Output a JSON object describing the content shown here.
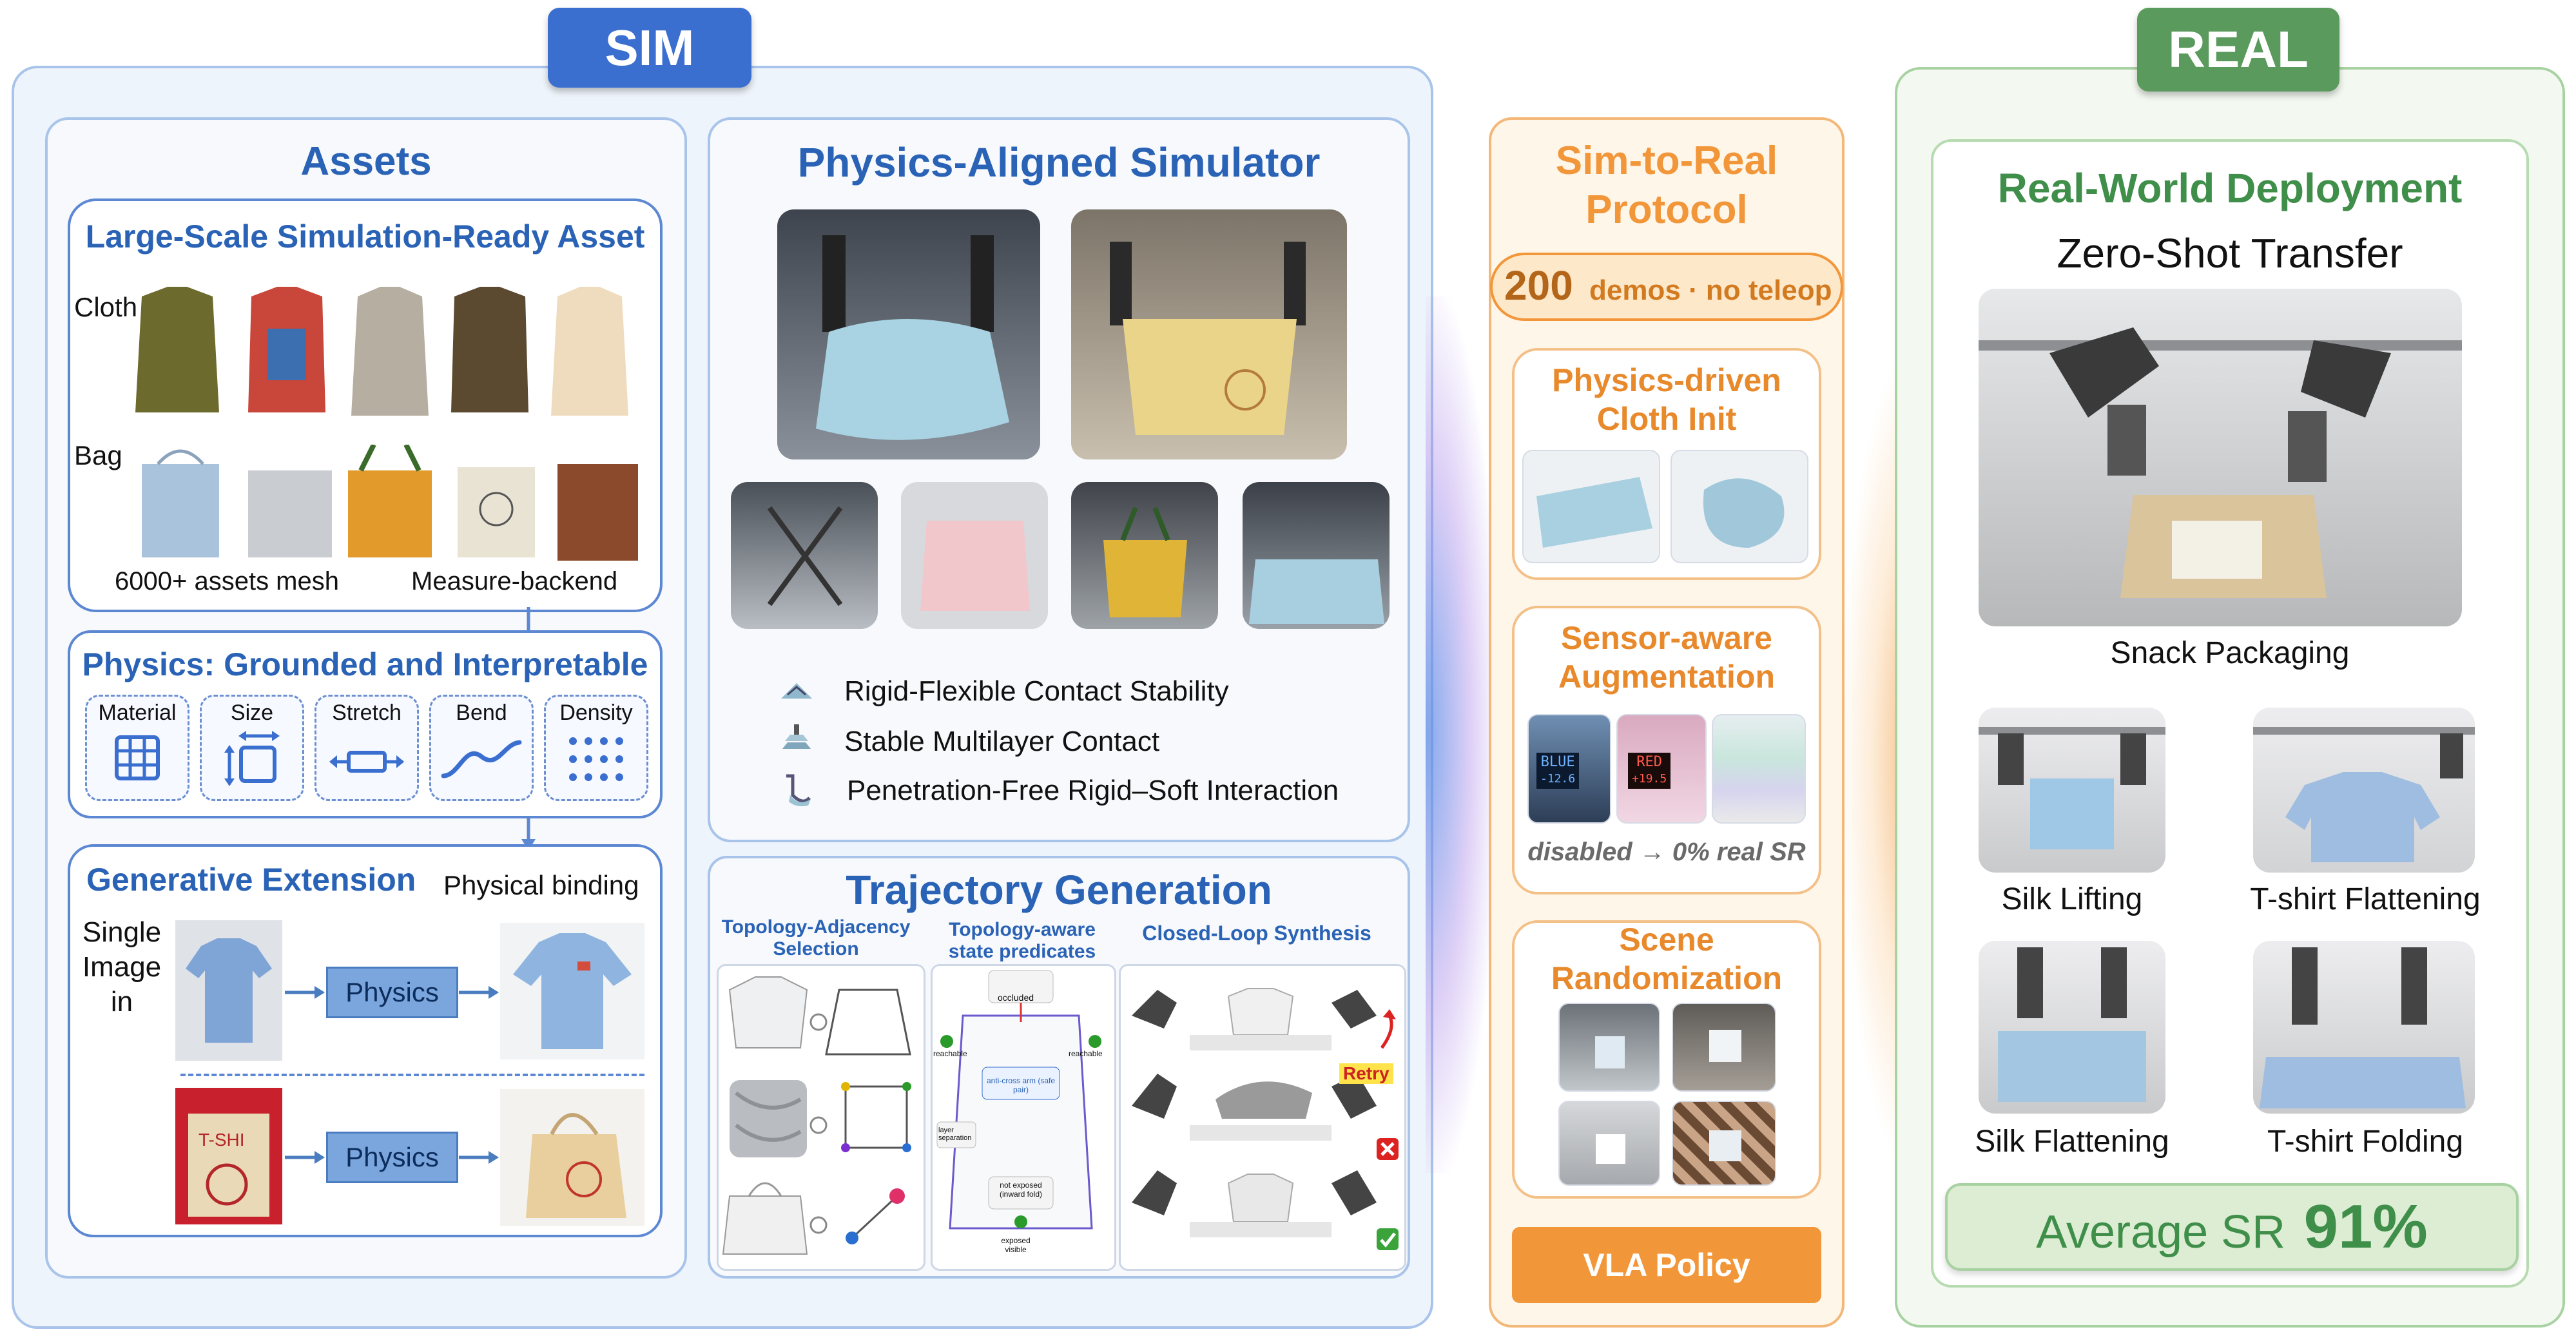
{
  "sim": {
    "tag": "SIM",
    "assets": {
      "title": "Assets",
      "large_scale_title": "Large-Scale Simulation-Ready Asset",
      "cloth_label": "Cloth",
      "bag_label": "Bag",
      "mesh_caption": "6000+ assets mesh",
      "measure_caption": "Measure-backend"
    },
    "physics": {
      "title": "Physics: Grounded and Interpretable",
      "properties": [
        {
          "label": "Material",
          "icon": "grid-icon"
        },
        {
          "label": "Size",
          "icon": "resize-icon"
        },
        {
          "label": "Stretch",
          "icon": "stretch-icon"
        },
        {
          "label": "Bend",
          "icon": "wave-icon"
        },
        {
          "label": "Density",
          "icon": "dots-icon"
        }
      ]
    },
    "generative": {
      "title": "Generative Extension",
      "binding_label": "Physical binding",
      "single_image_label": "Single\nImage\nin",
      "physics_button_1": "Physics",
      "physics_button_2": "Physics"
    },
    "simulator": {
      "title": "Physics-Aligned Simulator",
      "features": [
        "Rigid-Flexible Contact Stability",
        "Stable Multilayer Contact",
        "Penetration-Free Rigid–Soft Interaction"
      ]
    },
    "trajectory": {
      "title": "Trajectory Generation",
      "col1": "Topology-Adjacency\nSelection",
      "col2": "Topology-aware\nstate predicates",
      "col3": "Closed-Loop Synthesis",
      "retry_label": "Retry",
      "predicate_labels": [
        "occluded",
        "reachable",
        "reachable",
        "anti-cross arm (safe pair)",
        "layer separation",
        "not exposed (inward fold)",
        "exposed visible"
      ]
    }
  },
  "protocol": {
    "title": "Sim-to-Real\nProtocol",
    "demos_number": "200",
    "demos_text": "demos · no teleop",
    "cloth_init_title": "Physics-driven\nCloth Init",
    "sensor_title": "Sensor-aware\nAugmentation",
    "sensor_tiles": [
      {
        "name": "BLUE",
        "value": "-12.6"
      },
      {
        "name": "RED",
        "value": "+19.5"
      }
    ],
    "sensor_note": "disabled → 0% real SR",
    "scene_title": "Scene\nRandomization",
    "vla_label": "VLA Policy"
  },
  "real": {
    "tag": "REAL",
    "title": "Real-World Deployment",
    "subtitle": "Zero-Shot Transfer",
    "main_task": "Snack Packaging",
    "tasks": [
      "Silk Lifting",
      "T-shirt Flattening",
      "Silk Flattening",
      "T-shirt Folding"
    ],
    "average_label": "Average SR",
    "average_value": "91%"
  },
  "colors": {
    "sim_accent": "#3a6fd0",
    "protocol_accent": "#f2963a",
    "real_accent": "#5a9a5c"
  }
}
